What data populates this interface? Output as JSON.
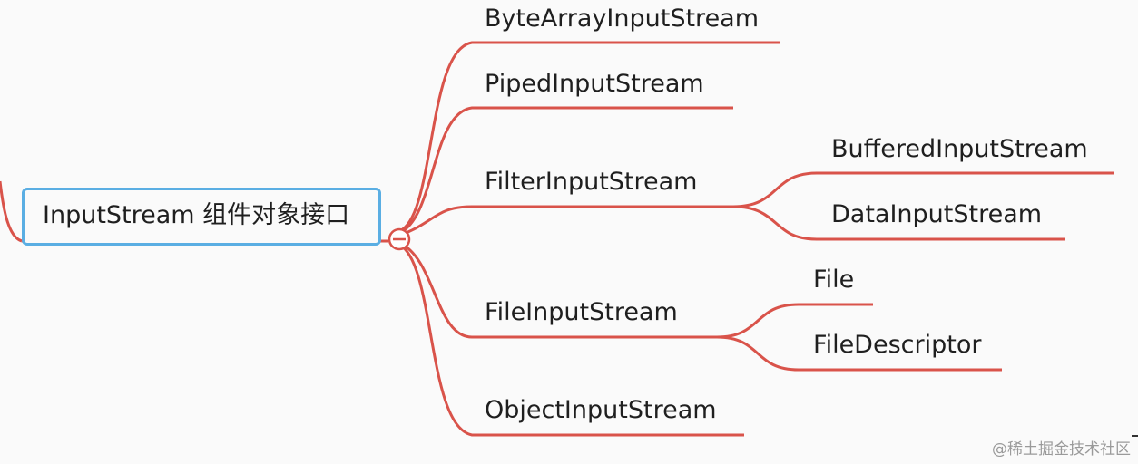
{
  "diagram": {
    "root": {
      "label": "InputStream 组件对象接口"
    },
    "children": [
      {
        "label": "ByteArrayInputStream"
      },
      {
        "label": "PipedInputStream"
      },
      {
        "label": "FilterInputStream",
        "children": [
          {
            "label": "BufferedInputStream"
          },
          {
            "label": "DataInputStream"
          }
        ]
      },
      {
        "label": "FileInputStream",
        "children": [
          {
            "label": "File"
          },
          {
            "label": "FileDescriptor"
          }
        ]
      },
      {
        "label": "ObjectInputStream"
      }
    ],
    "collapse_symbol": "—",
    "colors": {
      "branch": "#d9534a",
      "root_border": "#5aaee3",
      "text": "#1f1f1f"
    }
  },
  "watermark": "@稀土掘金技术社区"
}
